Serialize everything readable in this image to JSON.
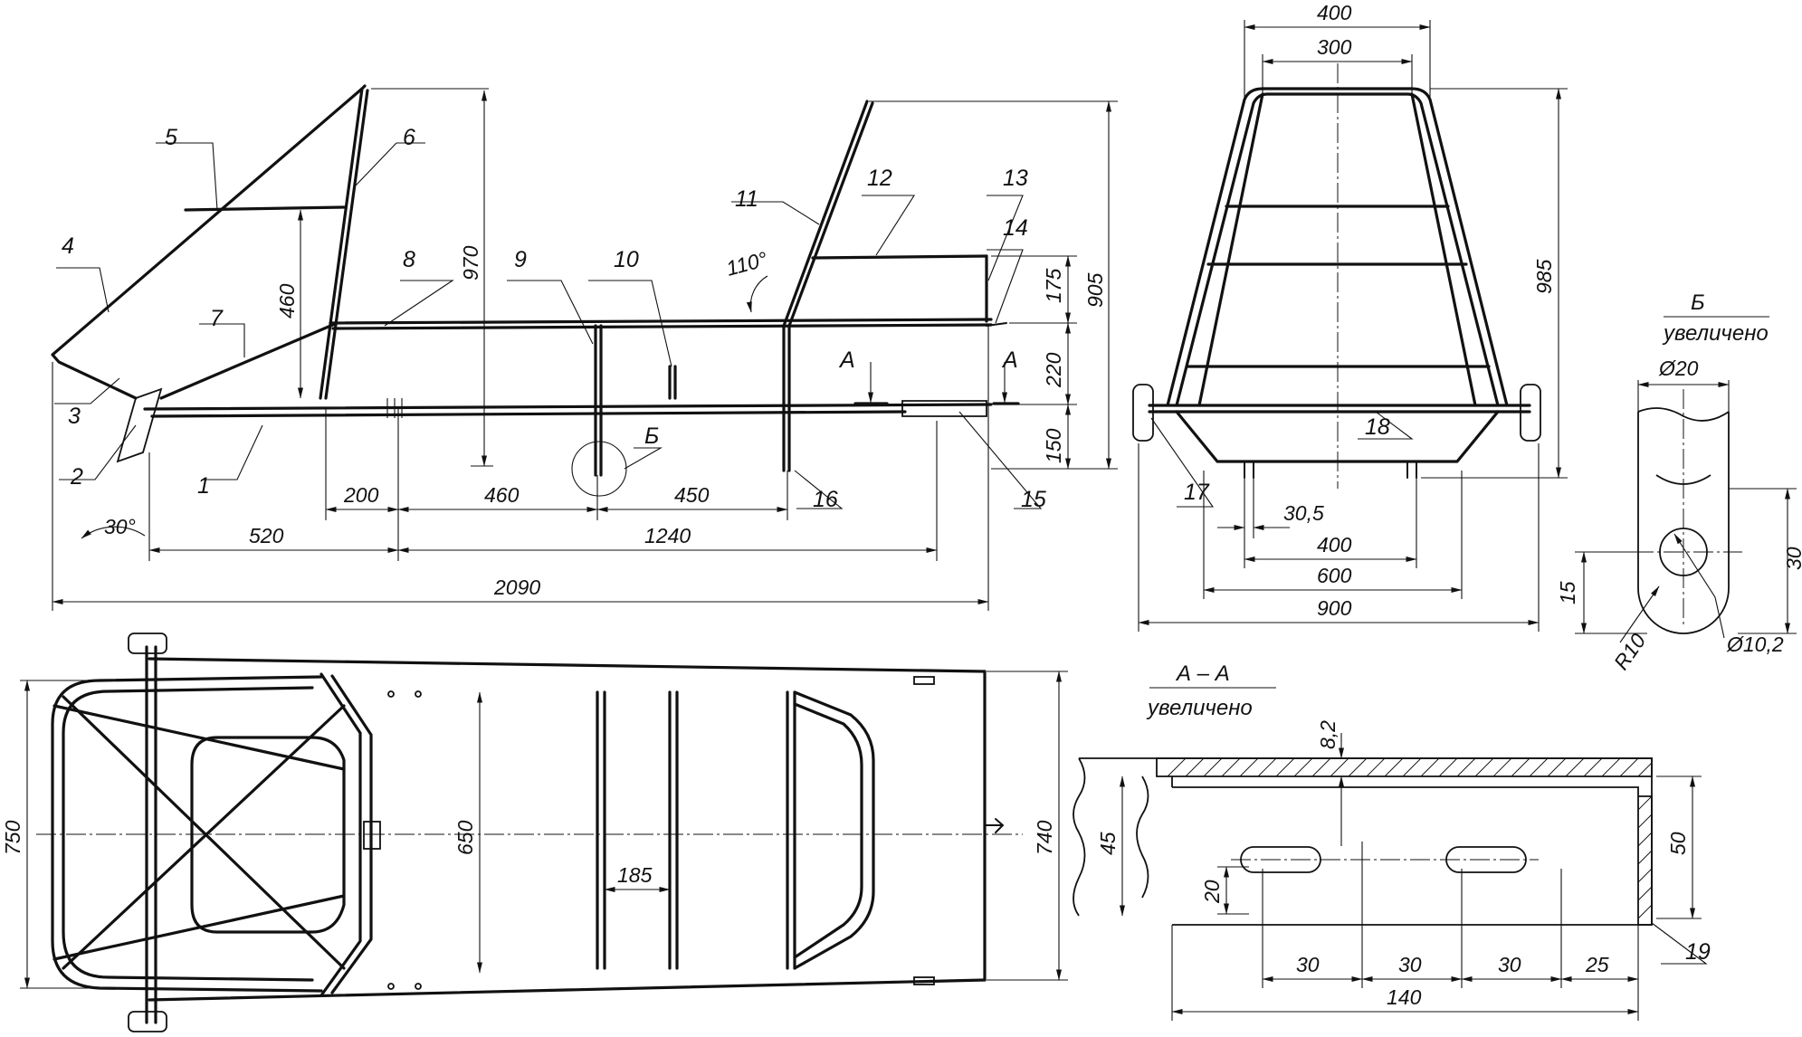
{
  "side_view": {
    "parts": [
      "1",
      "2",
      "3",
      "4",
      "5",
      "6",
      "7",
      "8",
      "9",
      "10",
      "11",
      "12",
      "13",
      "14",
      "15",
      "16"
    ],
    "dims": {
      "d970": "970",
      "d460_v": "460",
      "d905": "905",
      "d175": "175",
      "d220": "220",
      "d150": "150",
      "d110": "110°",
      "d30": "30°",
      "d200": "200",
      "d460_h": "460",
      "d450": "450",
      "d520": "520",
      "d1240": "1240",
      "d2090": "2090"
    },
    "section_label": "А",
    "detail_label": "Б"
  },
  "front_view": {
    "parts": [
      "17",
      "18"
    ],
    "dims": {
      "d400_top": "400",
      "d300": "300",
      "d985": "985",
      "d30_5": "30,5",
      "d400_bot": "400",
      "d600": "600",
      "d900": "900"
    }
  },
  "detail_b": {
    "title": "Б",
    "subtitle": "увеличено",
    "dims": {
      "d20": "Ø20",
      "d30": "30",
      "d15": "15",
      "r10": "R10",
      "d10_2": "Ø10,2"
    }
  },
  "top_view": {
    "dims": {
      "d750": "750",
      "d650": "650",
      "d740": "740",
      "d185": "185"
    }
  },
  "section_aa": {
    "title": "А – А",
    "subtitle": "увеличено",
    "part": "19",
    "dims": {
      "d8_2": "8,2",
      "d45": "45",
      "d50": "50",
      "d20": "20",
      "d30a": "30",
      "d30b": "30",
      "d30c": "30",
      "d25": "25",
      "d140": "140"
    }
  }
}
